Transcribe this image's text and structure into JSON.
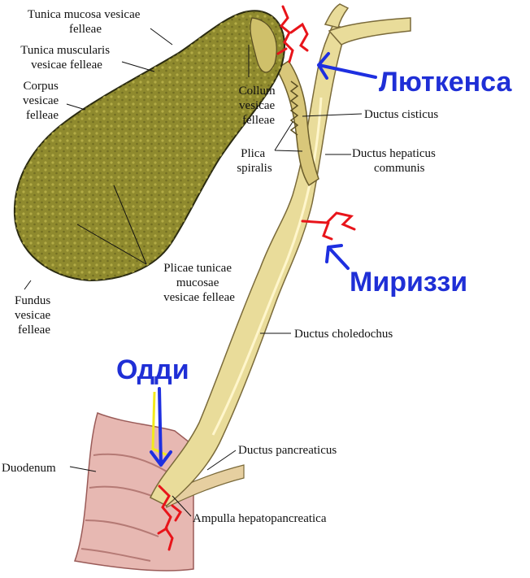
{
  "labels": {
    "tunica_mucosa": [
      "Tunica mucosa vesicae",
      "felleae"
    ],
    "tunica_muscularis": [
      "Tunica muscularis",
      "vesicae felleae"
    ],
    "corpus": [
      "Corpus",
      "vesicae",
      "felleae"
    ],
    "collum": [
      "Collum",
      "vesicae",
      "felleae"
    ],
    "ductus_cisticus": "Ductus cisticus",
    "plica_spiralis": [
      "Plica",
      "spiralis"
    ],
    "ductus_hepaticus": [
      "Ductus hepaticus",
      "communis"
    ],
    "plicae_tunicae": [
      "Plicae tunicae",
      "mucosae",
      "vesicae felleae"
    ],
    "fundus": [
      "Fundus",
      "vesicae",
      "felleae"
    ],
    "ductus_choledochus": "Ductus choledochus",
    "ductus_pancreaticus": "Ductus pancreaticus",
    "duodenum": "Duodenum",
    "ampulla": "Ampulla hepatopancreatica"
  },
  "annotations": {
    "lutkens": "Люткенса",
    "mirizzi": "Мириззи",
    "oddi": "Одди"
  },
  "colors": {
    "annotation_text": "#1f2fd6",
    "arrow": "#1e2fe0",
    "sphincter": "#e8141a",
    "highlight": "#f2ea1c",
    "bladder": "#8f8a2e",
    "duct": "#e9dc9a",
    "duodenum": "#e7b8b2"
  }
}
